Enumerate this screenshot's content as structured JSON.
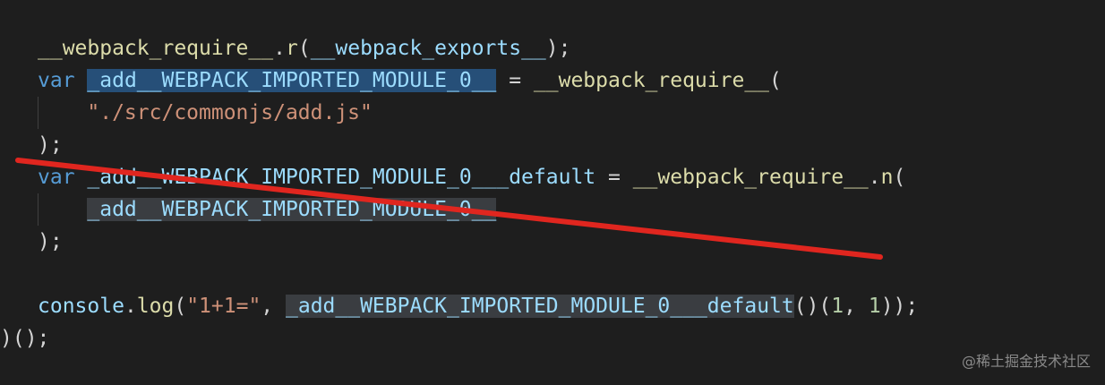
{
  "editor": {
    "background": "#1e1e1e",
    "lines": [
      {
        "tokens": [
          {
            "text": "__webpack_require__",
            "cls": "fn"
          },
          {
            "text": ".",
            "cls": "punc"
          },
          {
            "text": "r",
            "cls": "fn"
          },
          {
            "text": "(",
            "cls": "punc"
          },
          {
            "text": "__webpack_exports__",
            "cls": "var"
          },
          {
            "text": ");",
            "cls": "punc"
          }
        ]
      },
      {
        "tokens": [
          {
            "text": "var",
            "cls": "kw"
          },
          {
            "text": " ",
            "cls": "punc"
          },
          {
            "text": "_add__WEBPACK_IMPORTED_MODULE_0__",
            "cls": "var",
            "hl": "sel"
          },
          {
            "text": " = ",
            "cls": "punc"
          },
          {
            "text": "__webpack_require__",
            "cls": "fn"
          },
          {
            "text": "(",
            "cls": "punc"
          }
        ]
      },
      {
        "tokens": [
          {
            "text": "    ",
            "cls": "punc"
          },
          {
            "text": "\"./src/commonjs/add.js\"",
            "cls": "str"
          }
        ]
      },
      {
        "tokens": [
          {
            "text": ");",
            "cls": "punc"
          }
        ]
      },
      {
        "tokens": [
          {
            "text": "var",
            "cls": "kw"
          },
          {
            "text": " ",
            "cls": "punc"
          },
          {
            "text": "_add__WEBPACK_IMPORTED_MODULE_0___default",
            "cls": "var"
          },
          {
            "text": " = ",
            "cls": "punc"
          },
          {
            "text": "__webpack_require__",
            "cls": "fn"
          },
          {
            "text": ".",
            "cls": "punc"
          },
          {
            "text": "n",
            "cls": "fn"
          },
          {
            "text": "(",
            "cls": "punc"
          }
        ]
      },
      {
        "tokens": [
          {
            "text": "    ",
            "cls": "punc"
          },
          {
            "text": "_add__WEBPACK_IMPORTED_MODULE_0__",
            "cls": "var",
            "hl": "ref"
          }
        ]
      },
      {
        "tokens": [
          {
            "text": ");",
            "cls": "punc"
          }
        ]
      },
      {
        "tokens": []
      },
      {
        "tokens": [
          {
            "text": "console",
            "cls": "var"
          },
          {
            "text": ".",
            "cls": "punc"
          },
          {
            "text": "log",
            "cls": "fn"
          },
          {
            "text": "(",
            "cls": "punc"
          },
          {
            "text": "\"1+1=\"",
            "cls": "str"
          },
          {
            "text": ", ",
            "cls": "punc"
          },
          {
            "text": "_add__WEBPACK_IMPORTED_MODULE_0___default",
            "cls": "var",
            "hl": "ref"
          },
          {
            "text": "()(",
            "cls": "punc"
          },
          {
            "text": "1",
            "cls": "num"
          },
          {
            "text": ", ",
            "cls": "punc"
          },
          {
            "text": "1",
            "cls": "num"
          },
          {
            "text": "));",
            "cls": "punc"
          }
        ]
      },
      {
        "tokens": [
          {
            "text": ")();",
            "cls": "punc"
          }
        ]
      }
    ]
  },
  "annotation": {
    "color": "#e0261f"
  },
  "watermark": "@稀土掘金技术社区"
}
